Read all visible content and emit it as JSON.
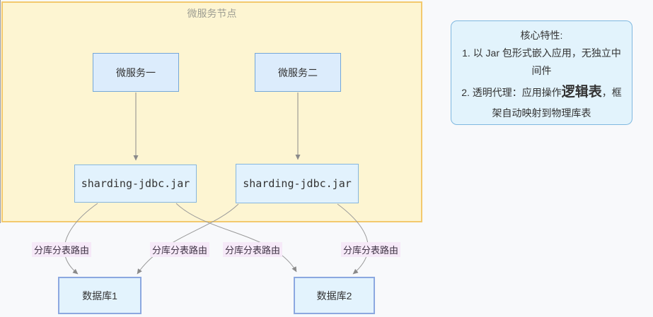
{
  "diagram": {
    "group_title": "微服务节点",
    "nodes": {
      "ms1": "微服务一",
      "ms2": "微服务二",
      "jar1": "sharding-jdbc.jar",
      "jar2": "sharding-jdbc.jar",
      "db1": "数据库1",
      "db2": "数据库2"
    },
    "edge_labels": {
      "route1": "分库分表路由",
      "route2": "分库分表路由",
      "route3": "分库分表路由",
      "route4": "分库分表路由"
    },
    "note": {
      "title": "核心特性:",
      "item1": "1. 以 Jar 包形式嵌入应用，无独立中间件",
      "item2_before": "2. 透明代理：应用操作",
      "item2_emphasis": "逻辑表",
      "item2_after": "，框架自动映射到物理库表"
    },
    "colors": {
      "background": "#f8f9fb",
      "group_fill": "#fdf5d2",
      "group_border": "#f3c96d",
      "service_fill": "#dcecfc",
      "service_border": "#74a7d8",
      "jar_fill": "#e2f2fd",
      "jar_border": "#85b6df",
      "db_fill": "#e3f3fd",
      "db_border": "#8ca8e0",
      "note_fill": "#e2f3fc",
      "note_border": "#7fb8e0",
      "edge_stroke": "#9a9a9a",
      "edge_label_bg": "#f6e9f8",
      "edge_label_text": "#3f3345",
      "group_title_text": "#9d9d92"
    }
  }
}
